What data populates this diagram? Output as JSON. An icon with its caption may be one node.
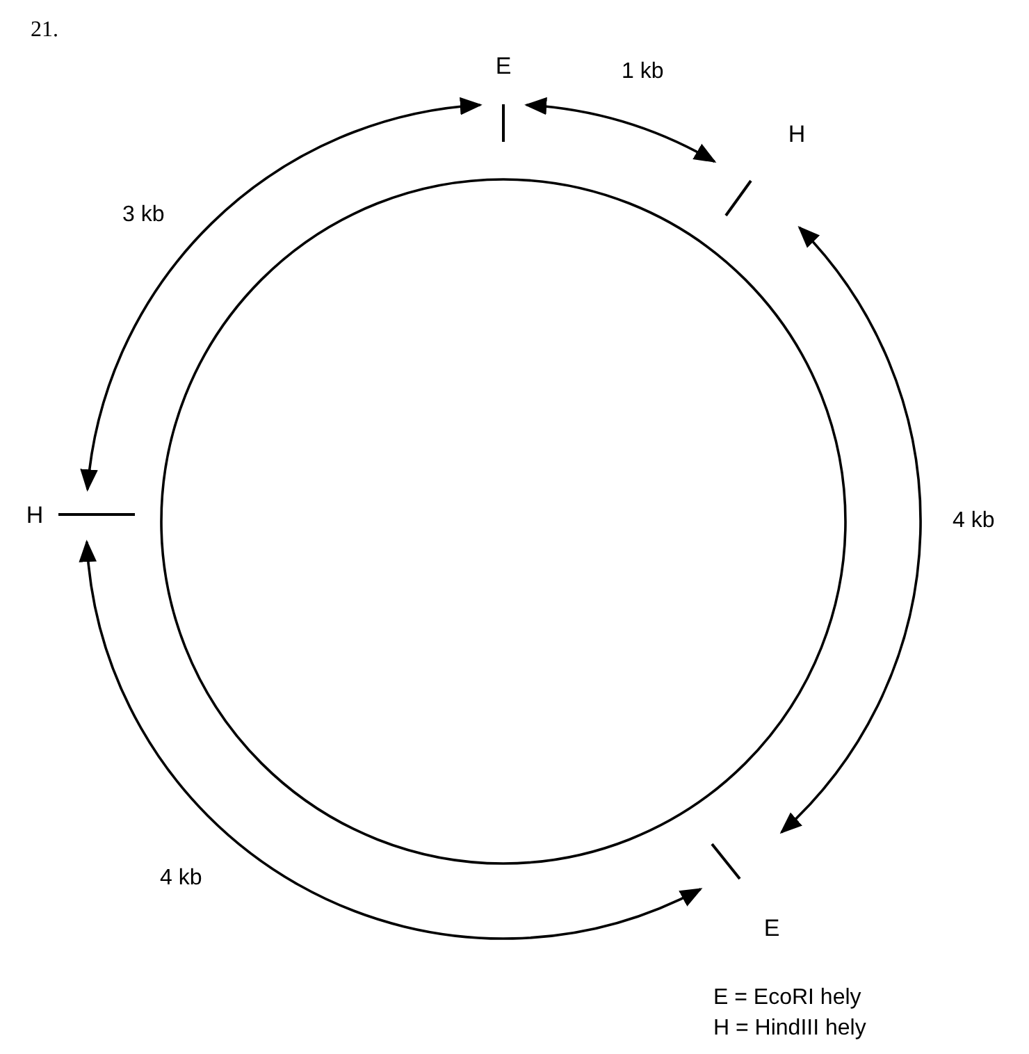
{
  "diagram": {
    "nodes": [
      {
        "text": [
          "E"
        ]
      },
      {
        "text": [
          "H"
        ]
      },
      {
        "text": [
          "E"
        ]
      },
      {
        "text": [
          "H"
        ]
      }
    ],
    "edges": [
      {
        "from": 0,
        "to": 1,
        "arrow": "both",
        "label": "1 kb"
      },
      {
        "from": 1,
        "to": 2,
        "arrow": "both",
        "label": "4 kb"
      },
      {
        "from": 2,
        "to": 3,
        "arrow": "both",
        "label": "4 kb"
      },
      {
        "from": 3,
        "to": 0,
        "arrow": "both",
        "label": "3 kb"
      }
    ],
    "labels": [
      "21.",
      "E = EcoRI hely",
      "H = HindIII hely"
    ]
  }
}
